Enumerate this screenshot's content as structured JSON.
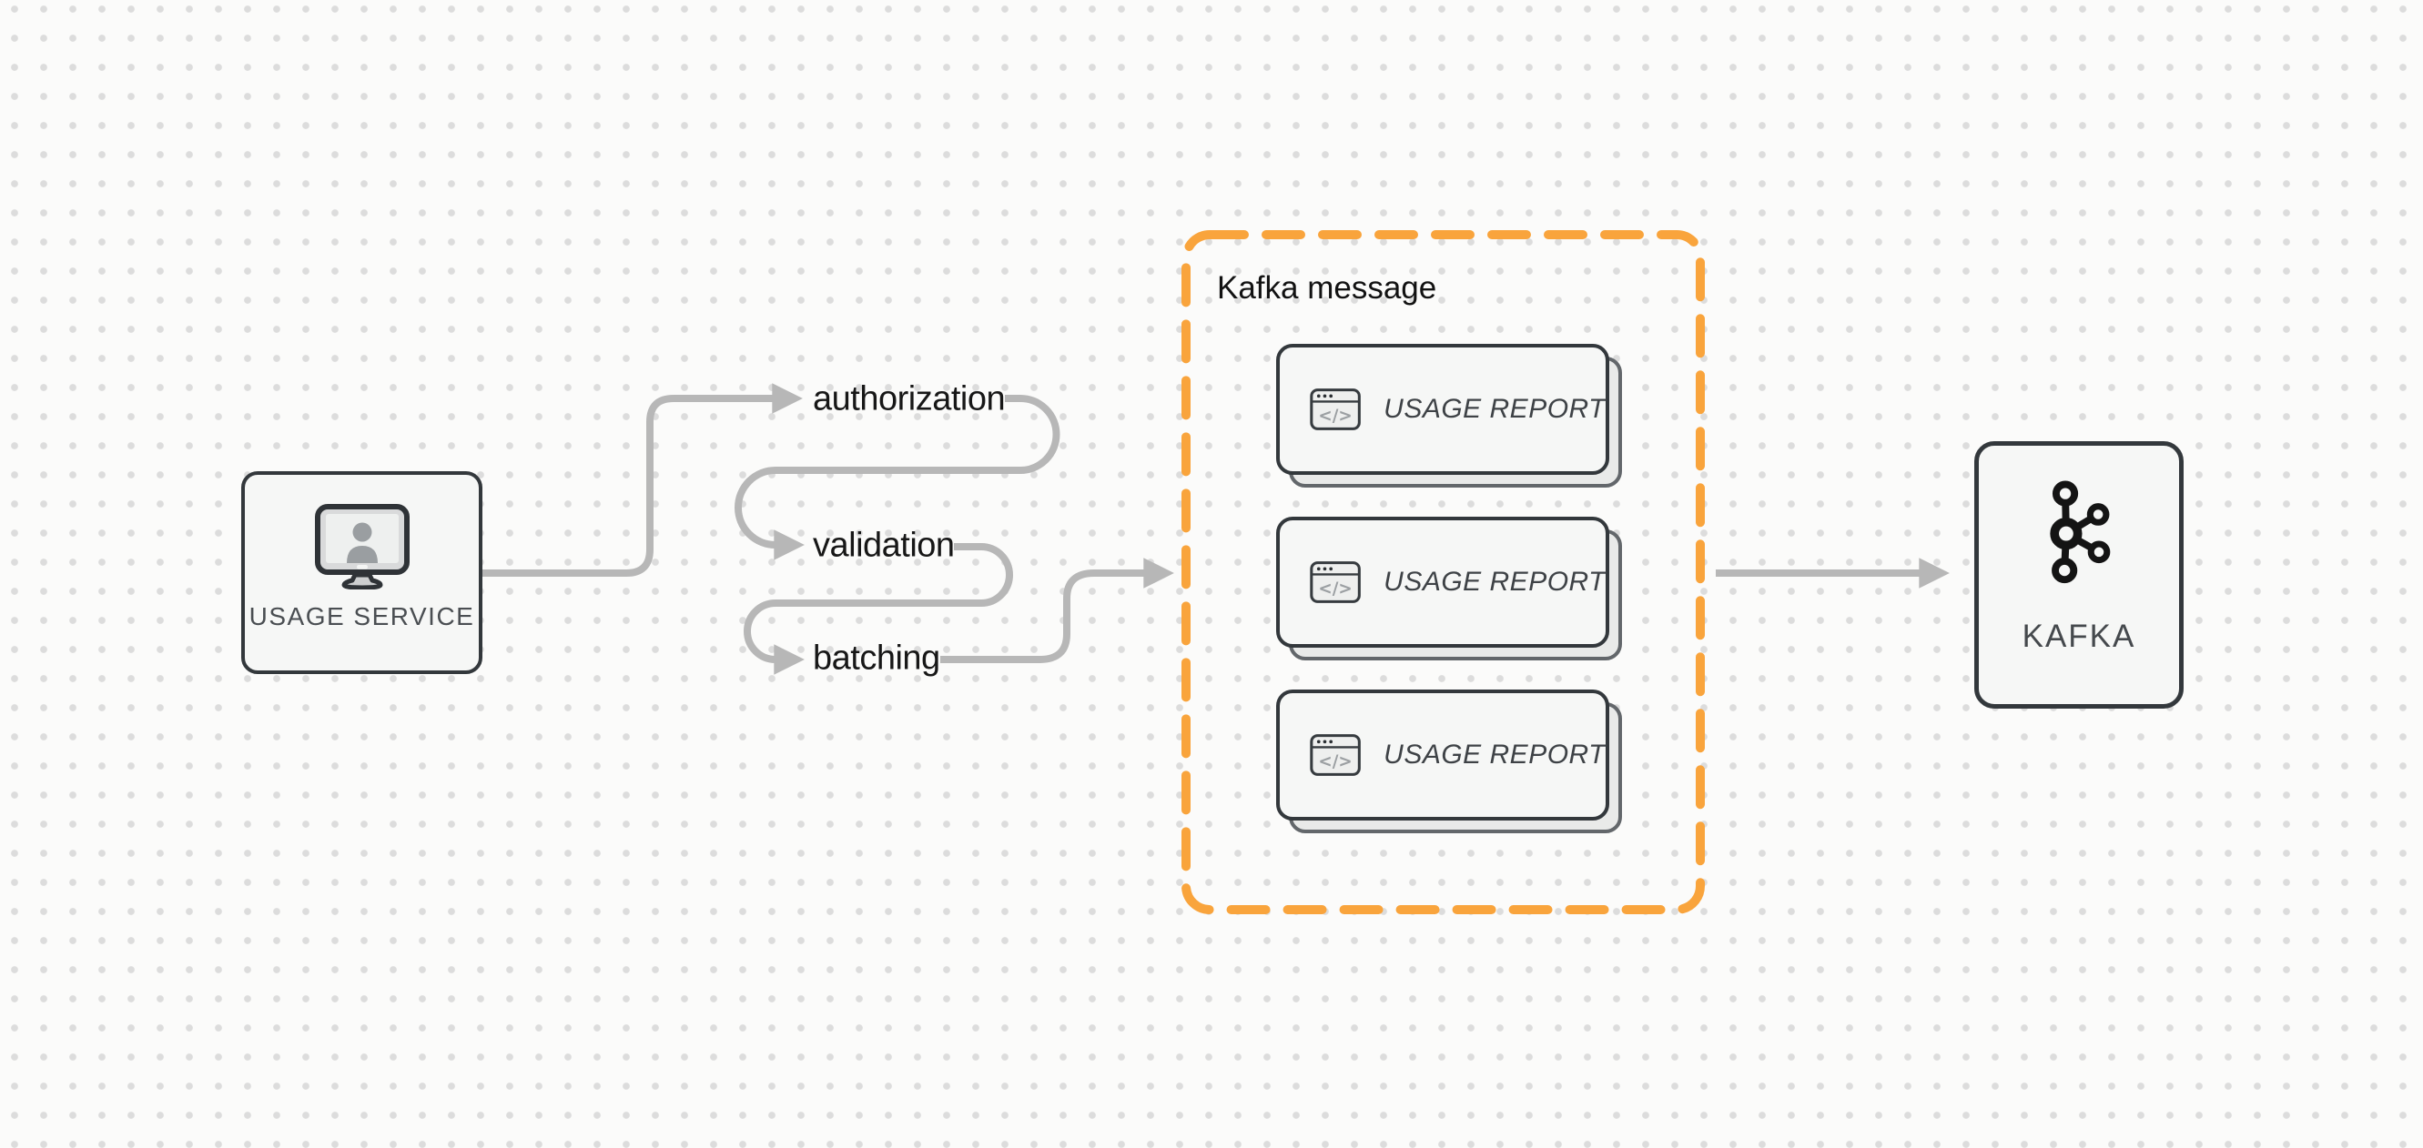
{
  "diagram": {
    "nodes": {
      "usage_service": {
        "label": "USAGE SERVICE",
        "icon": "monitor-user-icon"
      },
      "kafka": {
        "label": "KAFKA",
        "icon": "kafka-logo-icon"
      }
    },
    "steps": [
      {
        "label": "authorization"
      },
      {
        "label": "validation"
      },
      {
        "label": "batching"
      }
    ],
    "kafka_message_group": {
      "title": "Kafka message",
      "code_glyph": "</>",
      "cards": [
        {
          "label": "USAGE REPORT",
          "icon": "browser-code-icon"
        },
        {
          "label": "USAGE REPORT",
          "icon": "browser-code-icon"
        },
        {
          "label": "USAGE REPORT",
          "icon": "browser-code-icon"
        }
      ]
    },
    "colors": {
      "accent_orange": "#F9A43C",
      "arrow_gray": "#B7B7B7",
      "border_dark": "#33383C",
      "node_fill": "#F6F7F6",
      "text_dark": "#171717",
      "muted_text": "#45494D"
    }
  }
}
